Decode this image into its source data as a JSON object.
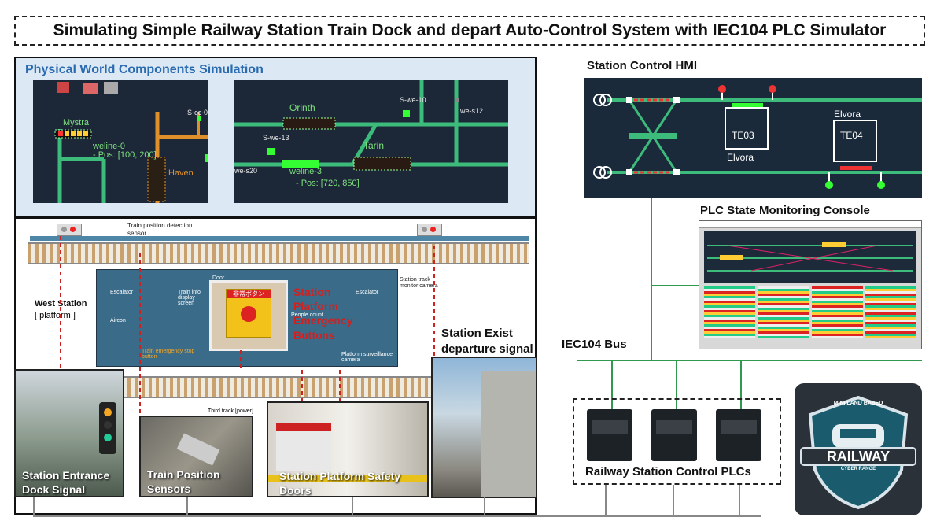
{
  "title": "Simulating Simple Railway Station Train Dock and depart Auto-Control System with IEC104 PLC Simulator",
  "physical": {
    "title": "Physical World Components  Simulation",
    "labels": {
      "mystra": "Mystra",
      "weline0": "weline-0",
      "pos0": "- Pos: [100, 200]",
      "haven": "Haven",
      "scc0": "S-cc-0",
      "orinth": "Orinth",
      "swe10": "S-we-10",
      "swe13": "S-we-13",
      "wes12": "we-s12",
      "wes20": "we-s20",
      "weline3": "weline-3",
      "pos3": "- Pos: [720, 850]",
      "tarin": "Tarin"
    }
  },
  "station": {
    "sensor_label": "Train position detection sensor",
    "west_station": "West Station",
    "platform_tag": "[ platform ]",
    "escalator_l": "Escalator",
    "aircon": "Aircon",
    "train_info": "Train info display screen",
    "door": "Door",
    "people_count": "People  count",
    "escalator_r": "Escalator",
    "emergency_stop": "Train emergency stop button",
    "surveillance": "Platform surveillance camera",
    "monitor_camera": "Station track monitor camera",
    "emergency_buttons": "Station Platform Emergency Buttons",
    "exit_signal": "Station  Exist departure signal",
    "third_track": "Third track [power]",
    "photo_jp": "非常ボタン"
  },
  "photos": {
    "entrance": "Station Entrance Dock Signal",
    "sensors": "Train Position Sensors",
    "doors": "Station Platform Safety Doors"
  },
  "hmi": {
    "title": "Station Control HMI",
    "te03": "TE03",
    "te04": "TE04",
    "elvora1": "Elvora",
    "elvora2": "Elvora"
  },
  "console": {
    "title": "PLC State Monitoring Console"
  },
  "bus": {
    "label": "IEC104 Bus"
  },
  "plcs": {
    "label": "Railway Station Control PLCs"
  },
  "logo": {
    "top": "MINI LAND BASED",
    "main": "RAILWAY",
    "sub": "CYBER RANGE"
  }
}
